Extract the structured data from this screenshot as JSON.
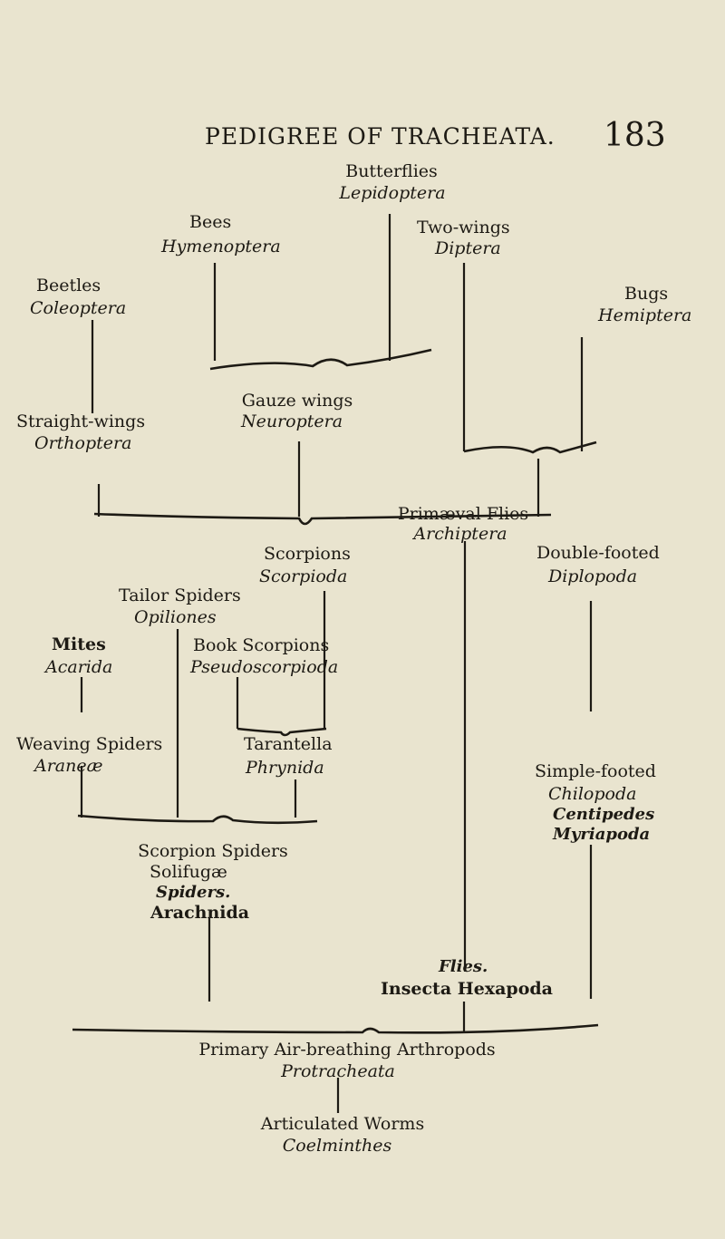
{
  "header": {
    "title": "PEDIGREE OF TRACHEATA.",
    "page_number": "183"
  },
  "taxa": {
    "butterflies": {
      "common": "Butterflies",
      "scientific": "Lepidoptera"
    },
    "bees": {
      "common": "Bees",
      "scientific": "Hymenoptera"
    },
    "two_wings": {
      "common": "Two-wings",
      "scientific": "Diptera"
    },
    "beetles": {
      "common": "Beetles",
      "scientific": "Coleoptera"
    },
    "bugs": {
      "common": "Bugs",
      "scientific": "Hemiptera"
    },
    "gauze_wings": {
      "common": "Gauze wings",
      "scientific": "Neuroptera"
    },
    "straight_wings": {
      "common": "Straight-wings",
      "scientific": "Orthoptera"
    },
    "primaeval_flies": {
      "common": "Primæval Flies",
      "scientific": "Archiptera"
    },
    "scorpions": {
      "common": "Scorpions",
      "scientific": "Scorpioda"
    },
    "double_footed": {
      "common": "Double-footed",
      "scientific": "Diplopoda"
    },
    "tailor_spiders": {
      "common": "Tailor Spiders",
      "scientific": "Opiliones"
    },
    "mites": {
      "common": "Mites",
      "scientific": "Acarida"
    },
    "book_scorpions": {
      "common": "Book Scorpions",
      "scientific": "Pseudoscorpioda"
    },
    "tarantella": {
      "common": "Tarantella",
      "scientific": "Phrynida"
    },
    "weaving_spiders": {
      "common": "Weaving Spiders",
      "scientific": "Araneæ"
    },
    "simple_footed": {
      "common": "Simple-footed",
      "scientific": "Chilopoda",
      "blackletter": "Centipedes",
      "group": "Myriapoda"
    },
    "scorpion_spiders": {
      "common": "Scorpion Spiders",
      "scientific": "Solifugæ",
      "blackletter": "Spiders.",
      "group": "Arachnida"
    },
    "flies": {
      "blackletter": "Flies.",
      "group": "Insecta Hexapoda"
    },
    "primary": {
      "common": "Primary Air-breathing Arthropods",
      "scientific": "Protracheata"
    },
    "worms": {
      "common": "Articulated Worms",
      "scientific": "Coelminthes"
    }
  }
}
